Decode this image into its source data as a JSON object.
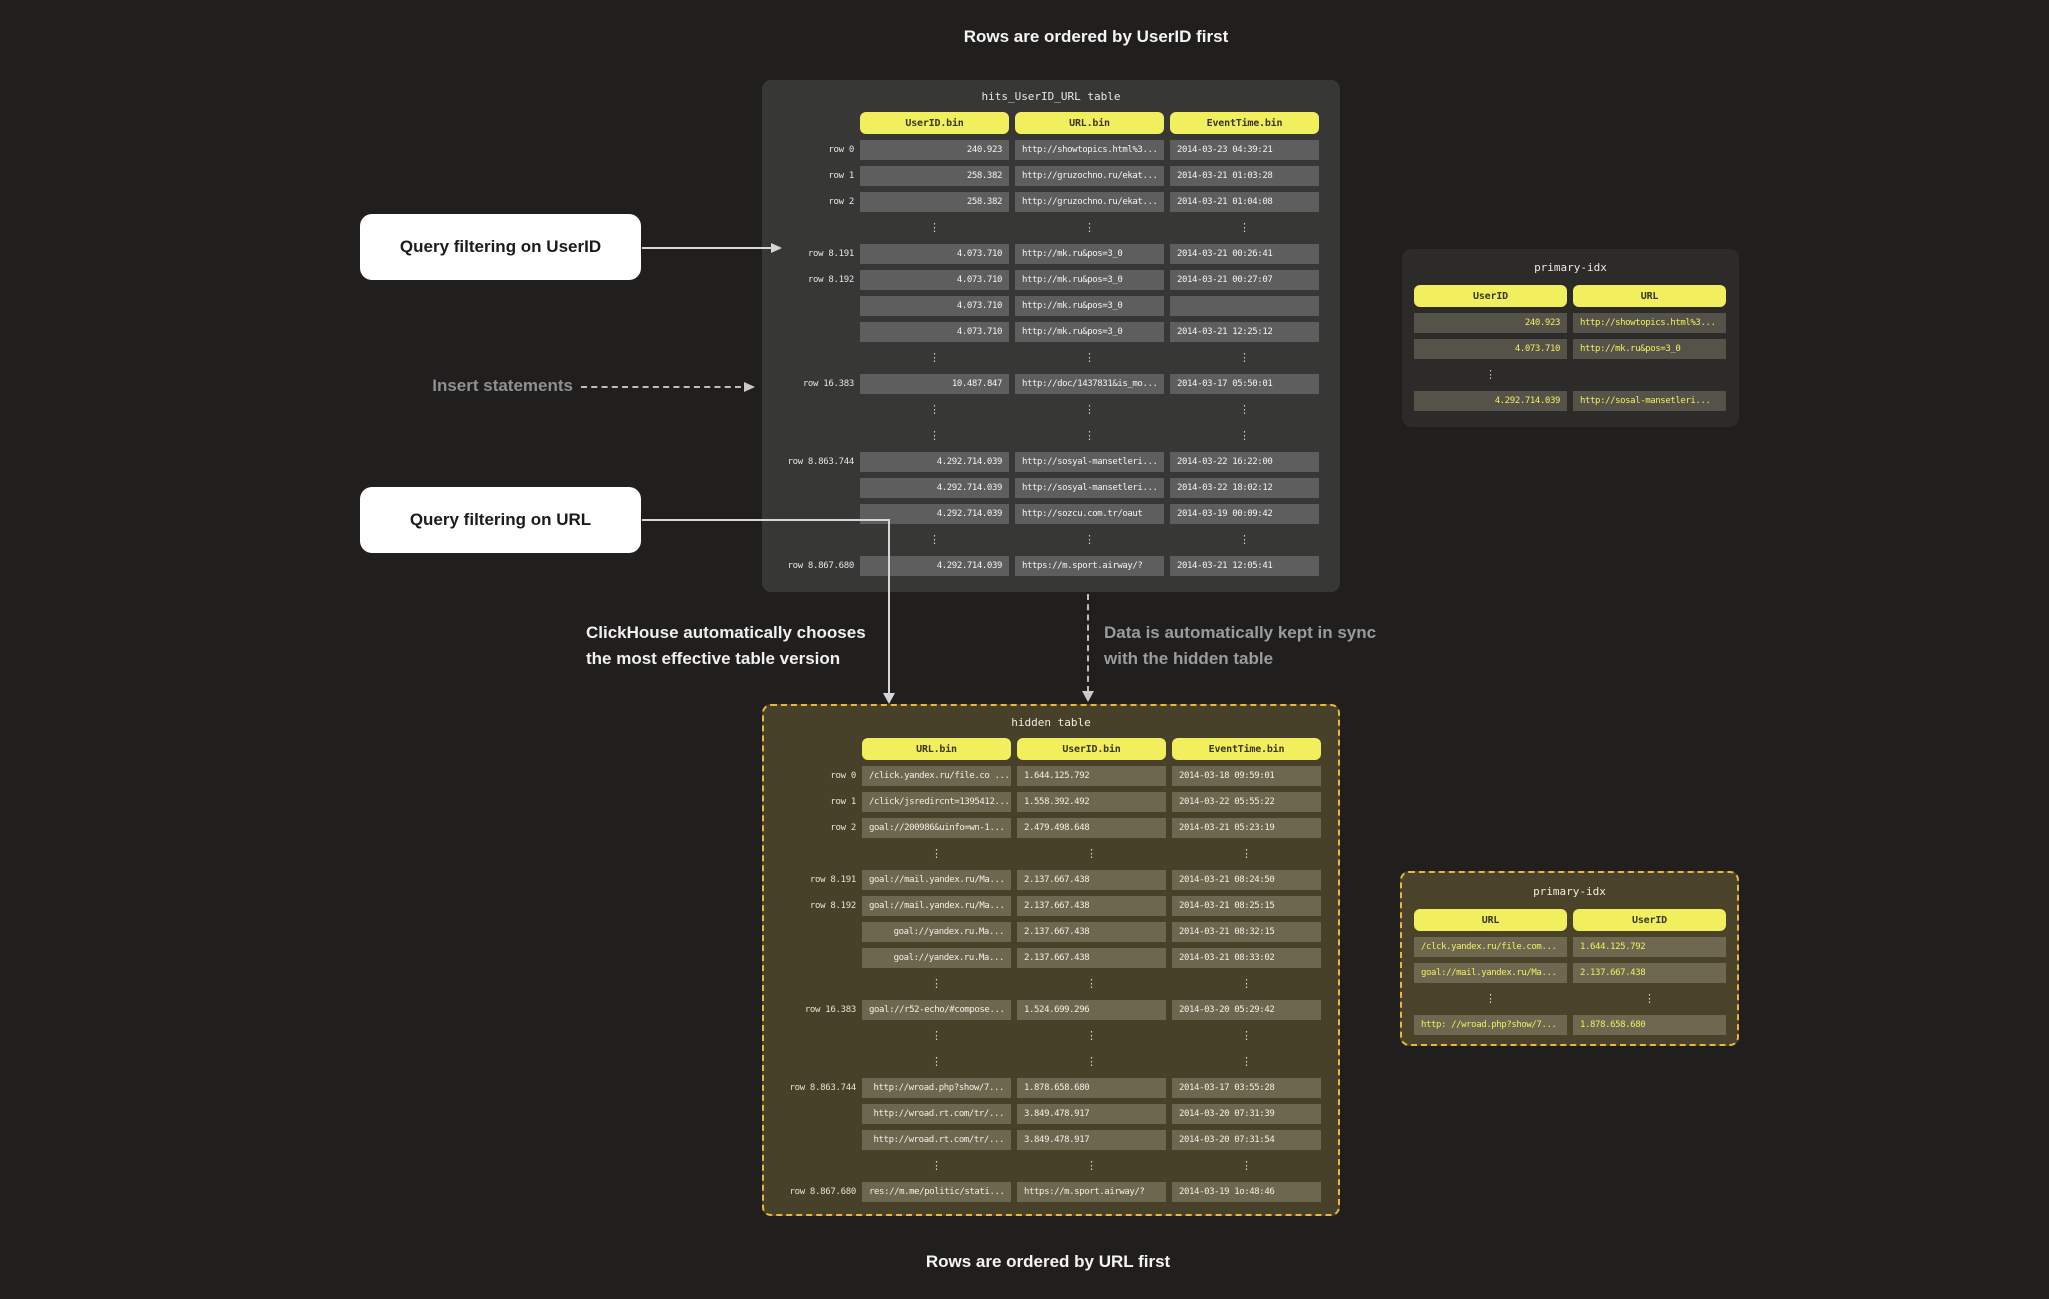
{
  "page": {
    "title_top": "Rows are ordered by UserID first",
    "title_bottom": "Rows are ordered by URL first"
  },
  "colors": {
    "background": "#201f1d",
    "accent_yellow": "#f2ef5f",
    "hidden_table_border": "#eab63f",
    "hidden_table_background": "#48412a",
    "main_table_background": "#373736",
    "cell_gray": "#5e5e5e",
    "arrow_gray": "#d6d6d6"
  },
  "annotations": {
    "query_userid": "Query filtering on UserID",
    "insert_statements": "Insert statements",
    "query_url": "Query filtering on URL",
    "auto_choose": [
      "ClickHouse automatically chooses",
      "the most effective table version"
    ],
    "kept_in_sync": [
      "Data is automatically kept in sync",
      "with the hidden table"
    ]
  },
  "main_table": {
    "title": "hits_UserID_URL table",
    "headers": [
      "UserID.bin",
      "URL.bin",
      "EventTime.bin"
    ],
    "labels": true,
    "aligns": [
      "right",
      "left",
      "left"
    ],
    "rows": [
      {
        "label": "row 0",
        "cells": [
          "240.923",
          "http://showtopics.html%3...",
          "2014-03-23 04:39:21"
        ]
      },
      {
        "label": "row 1",
        "cells": [
          "258.382",
          "http://gruzochno.ru/ekat...",
          "2014-03-21 01:03:28"
        ]
      },
      {
        "label": "row 2",
        "cells": [
          "258.382",
          "http://gruzochno.ru/ekat...",
          "2014-03-21 01:04:08"
        ]
      },
      {
        "dots": true
      },
      {
        "label": "row 8.191",
        "cells": [
          "4.073.710",
          "http://mk.ru&pos=3_0",
          "2014-03-21 00:26:41"
        ]
      },
      {
        "label": "row 8.192",
        "cells": [
          "4.073.710",
          "http://mk.ru&pos=3_0",
          "2014-03-21 00:27:07"
        ]
      },
      {
        "label": "",
        "cells": [
          "4.073.710",
          "http://mk.ru&pos=3_0",
          ""
        ]
      },
      {
        "label": "",
        "cells": [
          "4.073.710",
          "http://mk.ru&pos=3_0",
          "2014-03-21 12:25:12"
        ]
      },
      {
        "dots": true
      },
      {
        "label": "row 16.383",
        "cells": [
          "10.487.847",
          "http://doc/1437831&is_mo...",
          "2014-03-17 05:50:01"
        ]
      },
      {
        "dots": true
      },
      {
        "dots": true
      },
      {
        "label": "row 8.863.744",
        "cells": [
          "4.292.714.039",
          "http://sosyal-mansetleri...",
          "2014-03-22 16:22:00"
        ]
      },
      {
        "label": "",
        "cells": [
          "4.292.714.039",
          "http://sosyal-mansetleri...",
          "2014-03-22 18:02:12"
        ]
      },
      {
        "label": "",
        "cells": [
          "4.292.714.039",
          "http://sozcu.com.tr/oaut",
          "2014-03-19 00:09:42"
        ]
      },
      {
        "dots": true
      },
      {
        "label": "row 8.867.680",
        "cells": [
          "4.292.714.039",
          "https://m.sport.airway/?",
          "2014-03-21 12:05:41"
        ]
      }
    ]
  },
  "primary_idx_top": {
    "title": "primary-idx",
    "headers": [
      "UserID",
      "URL"
    ],
    "labels": false,
    "aligns": [
      "right",
      "left"
    ],
    "rows": [
      {
        "cells": [
          "240.923",
          "http://showtopics.html%3..."
        ]
      },
      {
        "cells": [
          "4.073.710",
          "http://mk.ru&pos=3_0"
        ]
      },
      {
        "dots": true,
        "cols": [
          0
        ]
      },
      {
        "cells": [
          "4.292.714.039",
          "http://sosal-mansetleri..."
        ]
      }
    ]
  },
  "hidden_table": {
    "title": "hidden table",
    "headers": [
      "URL.bin",
      "UserID.bin",
      "EventTime.bin"
    ],
    "labels": true,
    "aligns": [
      "right",
      "left",
      "left"
    ],
    "rows": [
      {
        "label": "row 0",
        "cells": [
          "/click.yandex.ru/file.co ...",
          "1.644.125.792",
          "2014-03-18 09:59:01"
        ]
      },
      {
        "label": "row 1",
        "cells": [
          "/click/jsredircnt=1395412...",
          "1.558.392.492",
          "2014-03-22 05:55:22"
        ]
      },
      {
        "label": "row 2",
        "cells": [
          "goal://200986&uinfo=wn-1...",
          "2.479.498.648",
          "2014-03-21 05:23:19"
        ]
      },
      {
        "dots": true
      },
      {
        "label": "row 8.191",
        "cells": [
          "goal://mail.yandex.ru/Ma...",
          "2.137.667.438",
          "2014-03-21 08:24:50"
        ]
      },
      {
        "label": "row 8.192",
        "cells": [
          "goal://mail.yandex.ru/Ma...",
          "2.137.667.438",
          "2014-03-21 08:25:15"
        ]
      },
      {
        "label": "",
        "cells": [
          "goal://yandex.ru.Ma...",
          "2.137.667.438",
          "2014-03-21 08:32:15"
        ]
      },
      {
        "label": "",
        "cells": [
          "goal://yandex.ru.Ma...",
          "2.137.667.438",
          "2014-03-21 08:33:02"
        ]
      },
      {
        "dots": true
      },
      {
        "label": "row 16.383",
        "cells": [
          "goal://r52-echo/#compose...",
          "1.524.699.296",
          "2014-03-20 05:29:42"
        ]
      },
      {
        "dots": true
      },
      {
        "dots": true
      },
      {
        "label": "row 8.863.744",
        "cells": [
          "http://wroad.php?show/7...",
          "1.878.658.680",
          "2014-03-17 03:55:28"
        ]
      },
      {
        "label": "",
        "cells": [
          "http://wroad.rt.com/tr/...",
          "3.849.478.917",
          "2014-03-20 07:31:39"
        ]
      },
      {
        "label": "",
        "cells": [
          "http://wroad.rt.com/tr/...",
          "3.849.478.917",
          "2014-03-20 07:31:54"
        ]
      },
      {
        "dots": true
      },
      {
        "label": "row 8.867.680",
        "cells": [
          "res://m.me/politic/stati...",
          "https://m.sport.airway/?",
          "2014-03-19 1o:48:46"
        ]
      }
    ]
  },
  "primary_idx_bottom": {
    "title": "primary-idx",
    "headers": [
      "URL",
      "UserID"
    ],
    "labels": false,
    "aligns": [
      "left",
      "left"
    ],
    "rows": [
      {
        "cells": [
          "/clck.yandex.ru/file.com...",
          "1.644.125.792"
        ]
      },
      {
        "cells": [
          "goal://mail.yandex.ru/Ma...",
          "2.137.667.438"
        ]
      },
      {
        "dots": true,
        "cols": [
          0,
          1
        ]
      },
      {
        "cells": [
          "http: //wroad.php?show/7...",
          "1.878.658.680"
        ]
      }
    ]
  }
}
